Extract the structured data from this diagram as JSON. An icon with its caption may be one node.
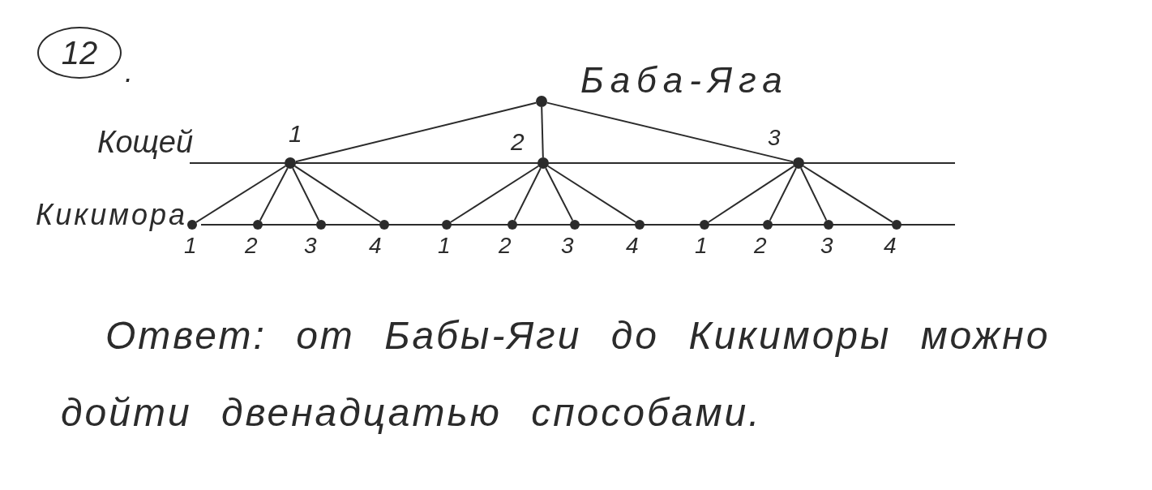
{
  "diagram": {
    "nodes": [
      {
        "text": [
          "12"
        ],
        "beside": [
          "."
        ]
      },
      {
        "text": [],
        "shape": "circle",
        "beside": [
          "Баба-Яга"
        ]
      },
      {
        "text": [],
        "shape": "circle",
        "beside": [
          "1"
        ]
      },
      {
        "text": [],
        "shape": "circle",
        "beside": [
          "2"
        ]
      },
      {
        "text": [],
        "shape": "circle",
        "beside": [
          "3"
        ]
      },
      {
        "text": [],
        "shape": "circle",
        "beside": [
          "1"
        ]
      },
      {
        "text": [],
        "shape": "circle",
        "beside": [
          "2"
        ]
      },
      {
        "text": [],
        "shape": "circle",
        "beside": [
          "3"
        ]
      },
      {
        "text": [],
        "shape": "circle",
        "beside": [
          "4"
        ]
      },
      {
        "text": [],
        "shape": "circle",
        "beside": [
          "1"
        ]
      },
      {
        "text": [],
        "shape": "circle",
        "beside": [
          "2"
        ]
      },
      {
        "text": [],
        "shape": "circle",
        "beside": [
          "3"
        ]
      },
      {
        "text": [],
        "shape": "circle",
        "beside": [
          "4"
        ]
      },
      {
        "text": [],
        "shape": "circle",
        "beside": [
          "1"
        ]
      },
      {
        "text": [],
        "shape": "circle",
        "beside": [
          "2"
        ]
      },
      {
        "text": [],
        "shape": "circle",
        "beside": [
          "3"
        ]
      },
      {
        "text": [],
        "shape": "circle",
        "beside": [
          "4"
        ]
      }
    ],
    "edges": [
      {
        "from": 1,
        "to": 2,
        "arrow": "none"
      },
      {
        "from": 1,
        "to": 3,
        "arrow": "none"
      },
      {
        "from": 1,
        "to": 4,
        "arrow": "none"
      },
      {
        "from": 2,
        "to": 5,
        "arrow": "none"
      },
      {
        "from": 2,
        "to": 6,
        "arrow": "none"
      },
      {
        "from": 2,
        "to": 7,
        "arrow": "none"
      },
      {
        "from": 2,
        "to": 8,
        "arrow": "none"
      },
      {
        "from": 3,
        "to": 9,
        "arrow": "none"
      },
      {
        "from": 3,
        "to": 10,
        "arrow": "none"
      },
      {
        "from": 3,
        "to": 11,
        "arrow": "none"
      },
      {
        "from": 3,
        "to": 12,
        "arrow": "none"
      },
      {
        "from": 4,
        "to": 13,
        "arrow": "none"
      },
      {
        "from": 4,
        "to": 14,
        "arrow": "none"
      },
      {
        "from": 4,
        "to": 15,
        "arrow": "none"
      },
      {
        "from": 4,
        "to": 16,
        "arrow": "none"
      }
    ],
    "labels": [
      "Кощей",
      "Кикимора",
      "Ответ: от Бабы-Яги до Кикиморы можно дойти двенадцатью способами."
    ]
  }
}
